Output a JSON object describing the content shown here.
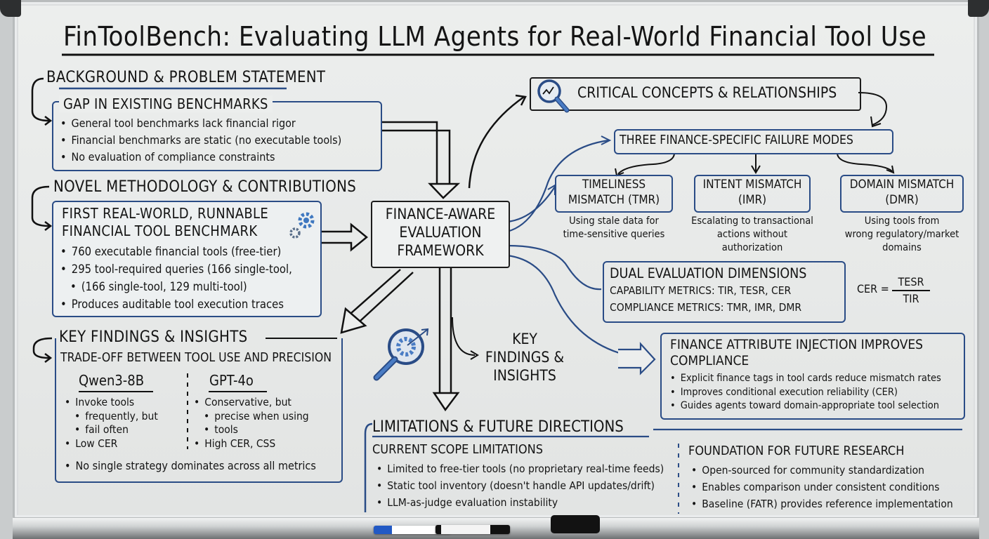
{
  "title": "FinToolBench: Evaluating LLM Agents for Real-World Financial Tool Use",
  "background": {
    "heading": "BACKGROUND & PROBLEM STATEMENT",
    "box_title": "GAP IN EXISTING BENCHMARKS",
    "bullets": [
      "General tool benchmarks lack financial rigor",
      "Financial benchmarks are static (no executable tools)",
      "No evaluation of compliance constraints"
    ]
  },
  "methodology": {
    "heading": "NOVEL METHODOLOGY & CONTRIBUTIONS",
    "box_title_line1": "FIRST REAL-WORLD, RUNNABLE",
    "box_title_line2": "FINANCIAL TOOL BENCHMARK",
    "icon": "gears-icon",
    "bullets": [
      "760 executable financial tools (free-tier)",
      "295 tool-required queries (166 single-tool,",
      "(166 single-tool, 129 multi-tool)",
      "Produces auditable tool execution traces"
    ]
  },
  "findings": {
    "heading": "KEY FINDINGS & INSIGHTS",
    "subheading": "TRADE-OFF BETWEEN TOOL USE AND PRECISION",
    "models": [
      {
        "name": "Qwen3-8B",
        "bullets": [
          "Invoke tools",
          "frequently, but",
          "fail often",
          "Low CER"
        ]
      },
      {
        "name": "GPT-4o",
        "bullets": [
          "Conservative, but",
          "precise when using",
          "tools",
          "High CER, CSS"
        ]
      }
    ],
    "summary": "No single strategy dominates across all metrics"
  },
  "center": {
    "lines": [
      "FINANCE-AWARE",
      "EVALUATION",
      "FRAMEWORK"
    ],
    "key_findings_label": [
      "KEY",
      "FINDINGS &",
      "INSIGHTS"
    ],
    "icon": "magnifier-gear-icon"
  },
  "concepts": {
    "heading": "CRITICAL CONCEPTS & RELATIONSHIPS",
    "icon": "magnifier-chart-icon",
    "failure_modes_title": "THREE FINANCE-SPECIFIC FAILURE MODES",
    "modes": [
      {
        "title1": "TIMELINESS",
        "title2": "MISMATCH (TMR)",
        "desc": [
          "Using stale data for",
          "time-sensitive queries"
        ]
      },
      {
        "title1": "INTENT MISMATCH",
        "title2": "(IMR)",
        "desc": [
          "Escalating to transactional",
          "actions without",
          "authorization"
        ]
      },
      {
        "title1": "DOMAIN MISMATCH",
        "title2": "(DMR)",
        "desc": [
          "Using tools from",
          "wrong regulatory/market",
          "domains"
        ]
      }
    ],
    "dual": {
      "title": "DUAL EVALUATION DIMENSIONS",
      "capability": "CAPABILITY METRICS: TIR, TESR, CER",
      "compliance": "COMPLIANCE METRICS: TMR, IMR, DMR"
    },
    "formula": {
      "lhs": "CER =",
      "numerator": "TESR",
      "denominator": "TIR"
    },
    "injection": {
      "title1": "FINANCE ATTRIBUTE INJECTION IMPROVES",
      "title2": "COMPLIANCE",
      "bullets": [
        "Explicit finance tags in tool cards reduce mismatch rates",
        "Improves conditional execution reliability (CER)",
        "Guides agents toward domain-appropriate tool selection"
      ]
    }
  },
  "limitations": {
    "heading": "LIMITATIONS & FUTURE DIRECTIONS",
    "scope_title": "CURRENT SCOPE LIMITATIONS",
    "scope_bullets": [
      "Limited to free-tier tools (no proprietary real-time feeds)",
      "Static tool inventory (doesn't handle API updates/drift)",
      "LLM-as-judge evaluation instability"
    ],
    "future_title": "FOUNDATION FOR FUTURE RESEARCH",
    "future_bullets": [
      "Open-sourced for community standardization",
      "Enables comparison under consistent conditions",
      "Baseline (FATR) provides reference implementation"
    ]
  },
  "tray_items": [
    "blue-marker",
    "black-marker",
    "eraser"
  ],
  "colors": {
    "ink": "#141414",
    "blue_ink": "#2a4c86",
    "board": "#e9ebea",
    "accent_icon": "#4a7cc4"
  }
}
